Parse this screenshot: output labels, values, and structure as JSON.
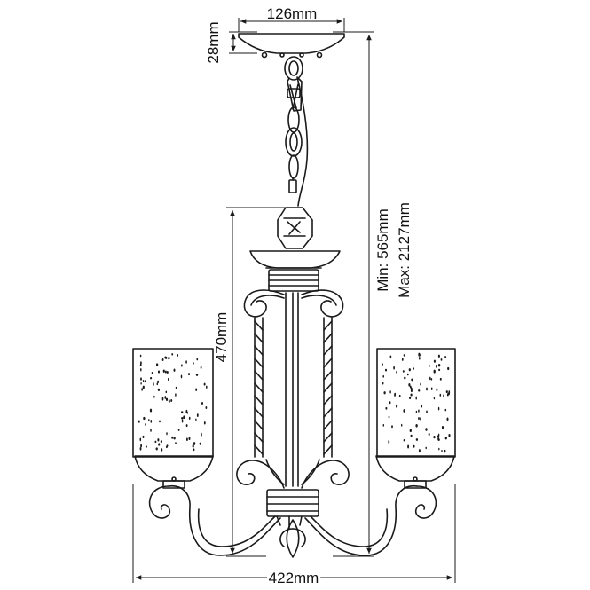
{
  "dimensions": {
    "canopy_width": "126mm",
    "canopy_height": "28mm",
    "body_height": "470mm",
    "drop_min": "Min: 565mm",
    "drop_max": "Max: 2127mm",
    "overall_width": "422mm"
  },
  "colors": {
    "line": "#1a1a1a",
    "background": "#ffffff"
  }
}
